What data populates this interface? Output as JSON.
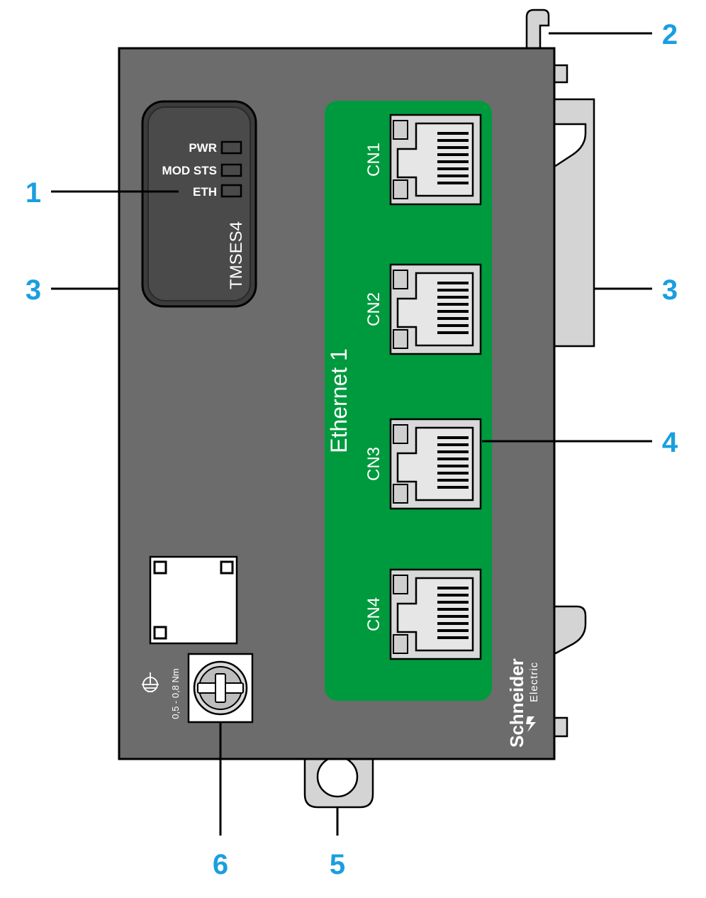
{
  "module": {
    "model": "TMSES4",
    "leds": [
      {
        "label": "PWR"
      },
      {
        "label": "MOD STS"
      },
      {
        "label": "ETH"
      }
    ],
    "network_label": "Ethernet 1",
    "ports": [
      {
        "label": "CN1"
      },
      {
        "label": "CN2"
      },
      {
        "label": "CN3"
      },
      {
        "label": "CN4"
      }
    ],
    "ground_torque": "0,5 - 0,8 Nm",
    "brand": {
      "name": "Schneider",
      "sub": "Electric"
    }
  },
  "callouts": {
    "c1": "1",
    "c2": "2",
    "c3_left": "3",
    "c3_right": "3",
    "c4": "4",
    "c5": "5",
    "c6": "6"
  },
  "colors": {
    "body": "#6c6c6c",
    "panel": "#009a3e",
    "callout": "#1a9ee0",
    "bracket": "#d4d4d4"
  }
}
